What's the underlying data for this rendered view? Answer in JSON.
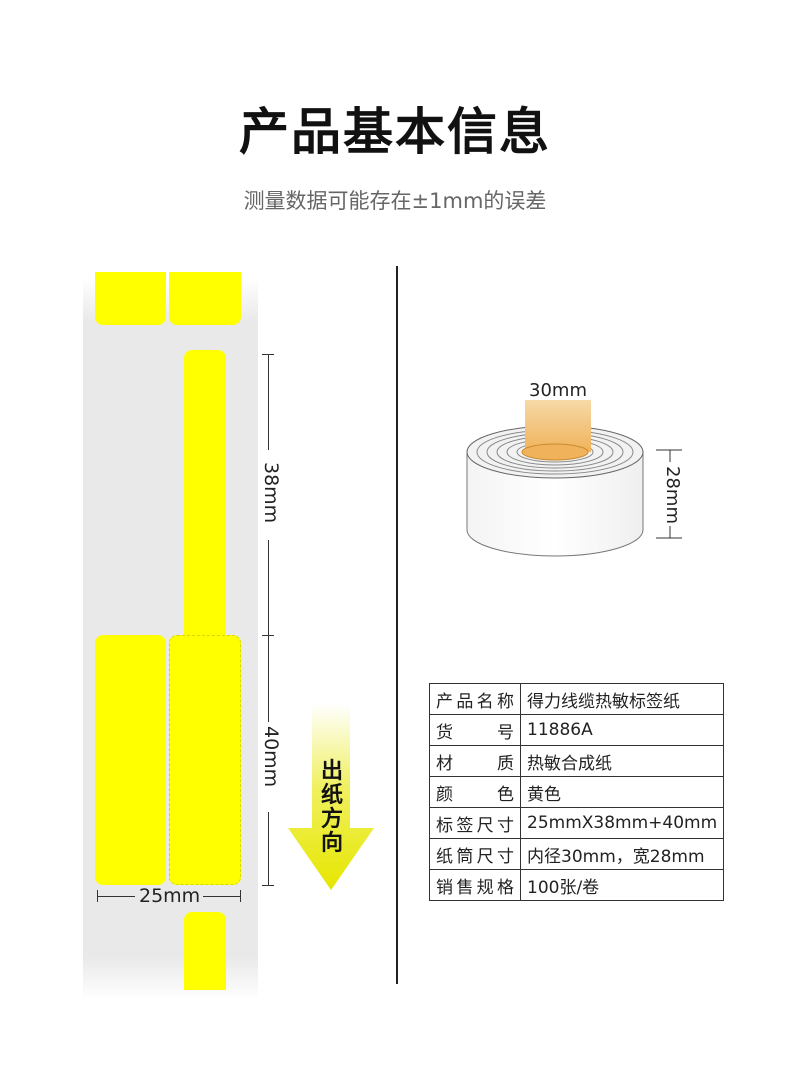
{
  "header": {
    "title": "产品基本信息",
    "subtitle": "测量数据可能存在±1mm的误差"
  },
  "label_diagram": {
    "tail_length": "38mm",
    "flag_length": "40mm",
    "width": "25mm",
    "direction_text": [
      "出",
      "纸",
      "方",
      "向"
    ],
    "label_color": "#ffff00"
  },
  "roll_diagram": {
    "core_diameter": "30mm",
    "roll_width": "28mm",
    "core_color": "#f5c070"
  },
  "spec_table": {
    "rows": [
      {
        "key": "产品名称",
        "value": "得力线缆热敏标签纸"
      },
      {
        "key": "货号",
        "value": "11886A"
      },
      {
        "key": "材质",
        "value": "热敏合成纸"
      },
      {
        "key": "颜色",
        "value": "黄色"
      },
      {
        "key": "标签尺寸",
        "value": "25mmX38mm+40mm"
      },
      {
        "key": "纸筒尺寸",
        "value": "内径30mm，宽28mm"
      },
      {
        "key": "销售规格",
        "value": "100张/卷"
      }
    ]
  }
}
